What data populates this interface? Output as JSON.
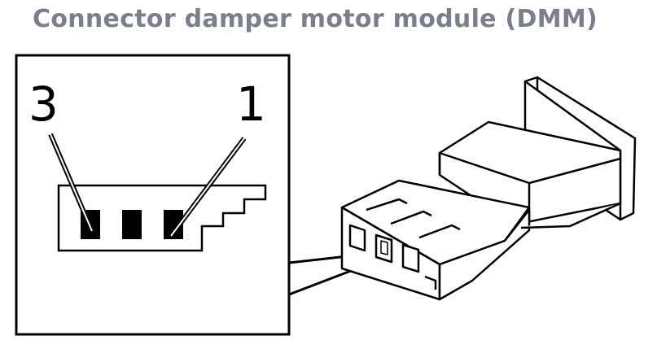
{
  "title": "Connector damper motor module (DMM)",
  "detail_view": {
    "pin_left_label": "3",
    "pin_right_label": "1"
  },
  "colors": {
    "title": "#7b7e8c",
    "line": "#000000",
    "background": "#ffffff"
  }
}
